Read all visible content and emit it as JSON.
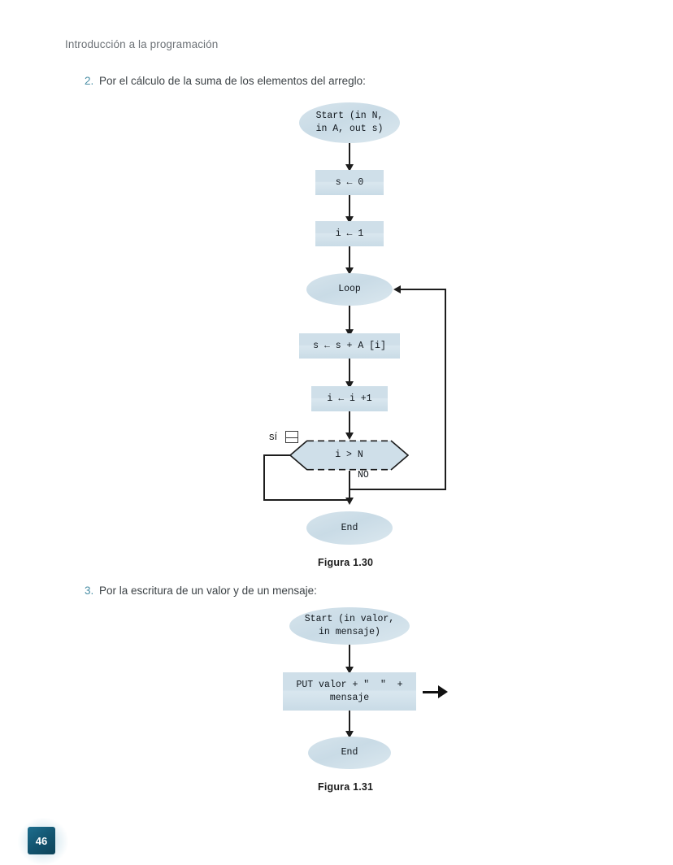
{
  "page": {
    "running_head": "Introducción a la programación",
    "page_number": "46",
    "accent_color": "#4a8fa6",
    "node_fill": "#cfdfe9",
    "badge_color": "#12536e"
  },
  "items": [
    {
      "number": "2.",
      "text": "Por el cálculo de la suma de los elementos del arreglo:"
    },
    {
      "number": "3.",
      "text": "Por la escritura de un valor y de un mensaje:"
    }
  ],
  "figures": [
    {
      "caption": "Figura 1.30",
      "nodes": {
        "start": "Start (in N,\nin A, out s)",
        "init_s": "s ← 0",
        "init_i": "i ← 1",
        "loop": "Loop",
        "accumulate": "s ← s + A [i]",
        "increment": "i ← i +1",
        "decision": "i > N",
        "end": "End"
      },
      "branch_labels": {
        "yes": "sí",
        "no": "NO"
      }
    },
    {
      "caption": "Figura 1.31",
      "nodes": {
        "start": "Start (in valor,\nin mensaje)",
        "put": "PUT valor + \"  \"  +\nmensaje",
        "end": "End"
      }
    }
  ]
}
